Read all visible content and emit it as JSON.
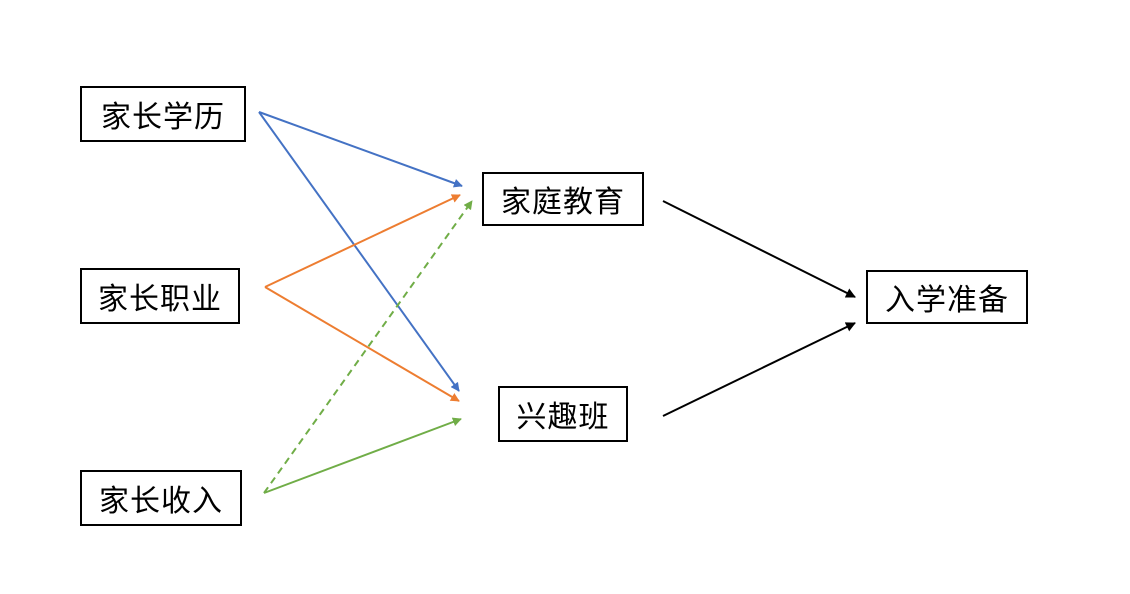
{
  "nodes": {
    "parent_education": "家长学历",
    "parent_occupation": "家长职业",
    "parent_income": "家长收入",
    "family_education": "家庭教育",
    "interest_class": "兴趣班",
    "school_readiness": "入学准备"
  },
  "edges": [
    {
      "from": "parent_education",
      "to": "family_education",
      "color": "#4472c4",
      "style": "solid"
    },
    {
      "from": "parent_education",
      "to": "interest_class",
      "color": "#4472c4",
      "style": "solid"
    },
    {
      "from": "parent_occupation",
      "to": "family_education",
      "color": "#ed7d31",
      "style": "solid"
    },
    {
      "from": "parent_occupation",
      "to": "interest_class",
      "color": "#ed7d31",
      "style": "solid"
    },
    {
      "from": "parent_income",
      "to": "family_education",
      "color": "#70ad47",
      "style": "dashed"
    },
    {
      "from": "parent_income",
      "to": "interest_class",
      "color": "#70ad47",
      "style": "solid"
    },
    {
      "from": "family_education",
      "to": "school_readiness",
      "color": "#000000",
      "style": "solid"
    },
    {
      "from": "interest_class",
      "to": "school_readiness",
      "color": "#000000",
      "style": "solid"
    }
  ]
}
